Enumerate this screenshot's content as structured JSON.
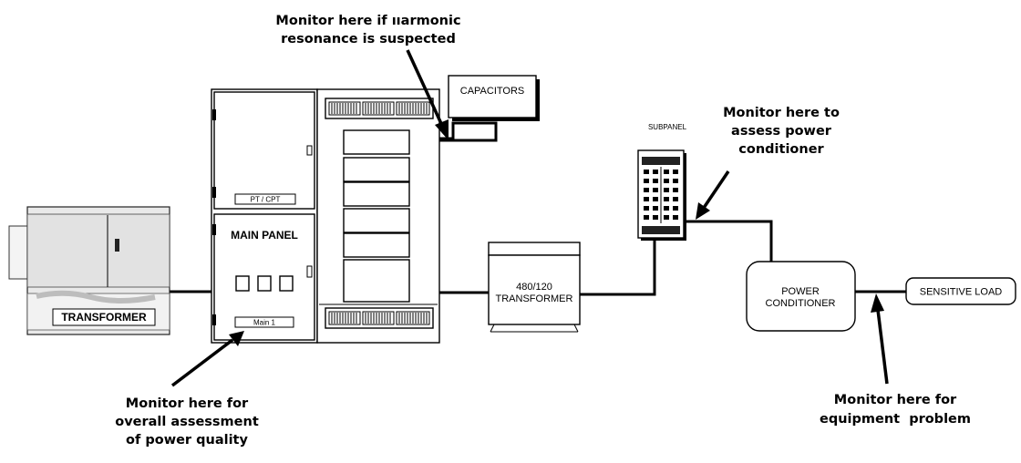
{
  "annotations": {
    "harmonic": [
      "Monitor here if ııarmonic",
      "resonance is suspected"
    ],
    "power_conditioner": [
      "Monitor here to",
      "assess power",
      "conditioner"
    ],
    "overall": [
      "Monitor here for",
      "overall assessment",
      "of power quality"
    ],
    "equipment": [
      "Monitor here for",
      "equipment  problem"
    ]
  },
  "components": {
    "transformer": "TRANSFORMER",
    "main_panel": "MAIN PANEL",
    "pt_cpt": "PT / CPT",
    "main_switch": "Main 1",
    "capacitors": "CAPACITORS",
    "subpanel": "SUBPANEL",
    "step_down_transformer": [
      "480/120",
      "TRANSFORMER"
    ],
    "power_conditioner": [
      "POWER",
      "CONDITIONER"
    ],
    "sensitive_load": "SENSITIVE LOAD"
  }
}
